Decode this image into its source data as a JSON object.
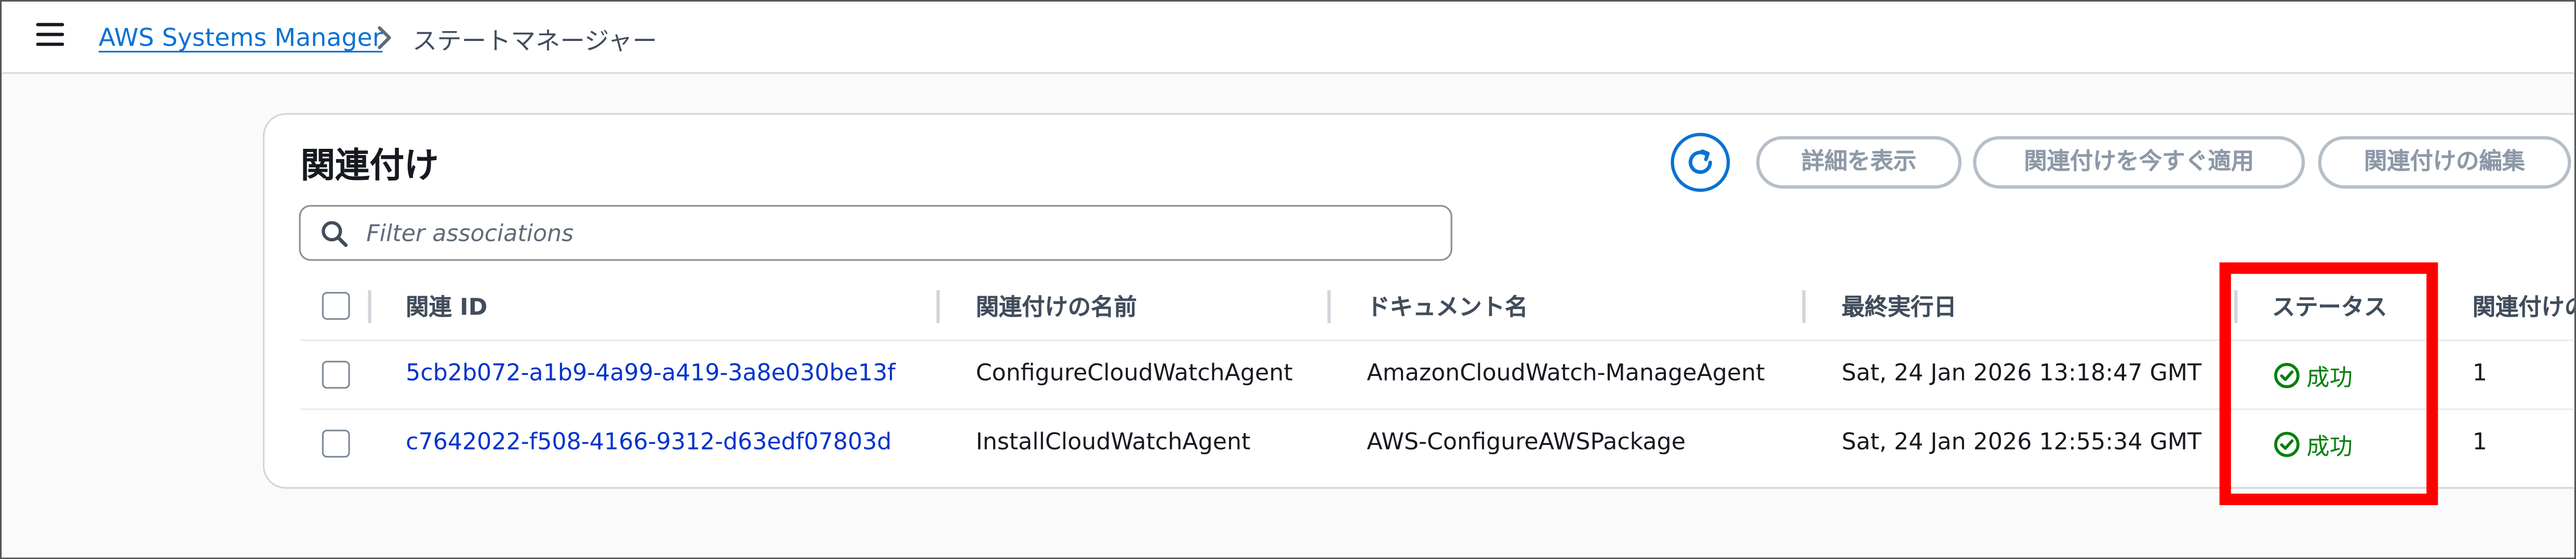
{
  "breadcrumb": {
    "service": "AWS Systems Manager",
    "current": "ステートマネージャー"
  },
  "panel": {
    "title": "関連付け",
    "buttons": {
      "view_details": "詳細を表示",
      "apply_now": "関連付けを今すぐ適用",
      "edit": "関連付けの編集"
    }
  },
  "filter": {
    "placeholder": "Filter associations",
    "value": ""
  },
  "table": {
    "headers": {
      "id": "関連 ID",
      "name": "関連付けの名前",
      "document": "ドキュメント名",
      "last_run": "最終実行日",
      "status": "ステータス",
      "version": "関連付けの"
    },
    "rows": [
      {
        "id": "5cb2b072-a1b9-4a99-a419-3a8e030be13f",
        "name": "ConfigureCloudWatchAgent",
        "document": "AmazonCloudWatch-ManageAgent",
        "last_run": "Sat, 24 Jan 2026 13:18:47 GMT",
        "status": "成功",
        "version": "1"
      },
      {
        "id": "c7642022-f508-4166-9312-d63edf07803d",
        "name": "InstallCloudWatchAgent",
        "document": "AWS-ConfigureAWSPackage",
        "last_run": "Sat, 24 Jan 2026 12:55:34 GMT",
        "status": "成功",
        "version": "1"
      }
    ]
  },
  "icons": {
    "menu": "hamburger-menu-icon",
    "separator": "chevron-right-icon",
    "refresh": "refresh-icon",
    "search": "search-icon",
    "status": "check-circle-icon"
  },
  "colors": {
    "link": "#0972d3",
    "row_link": "#0033cc",
    "success": "#037f0c",
    "disabled": "#8d99a8",
    "highlight": "#ff0000"
  }
}
